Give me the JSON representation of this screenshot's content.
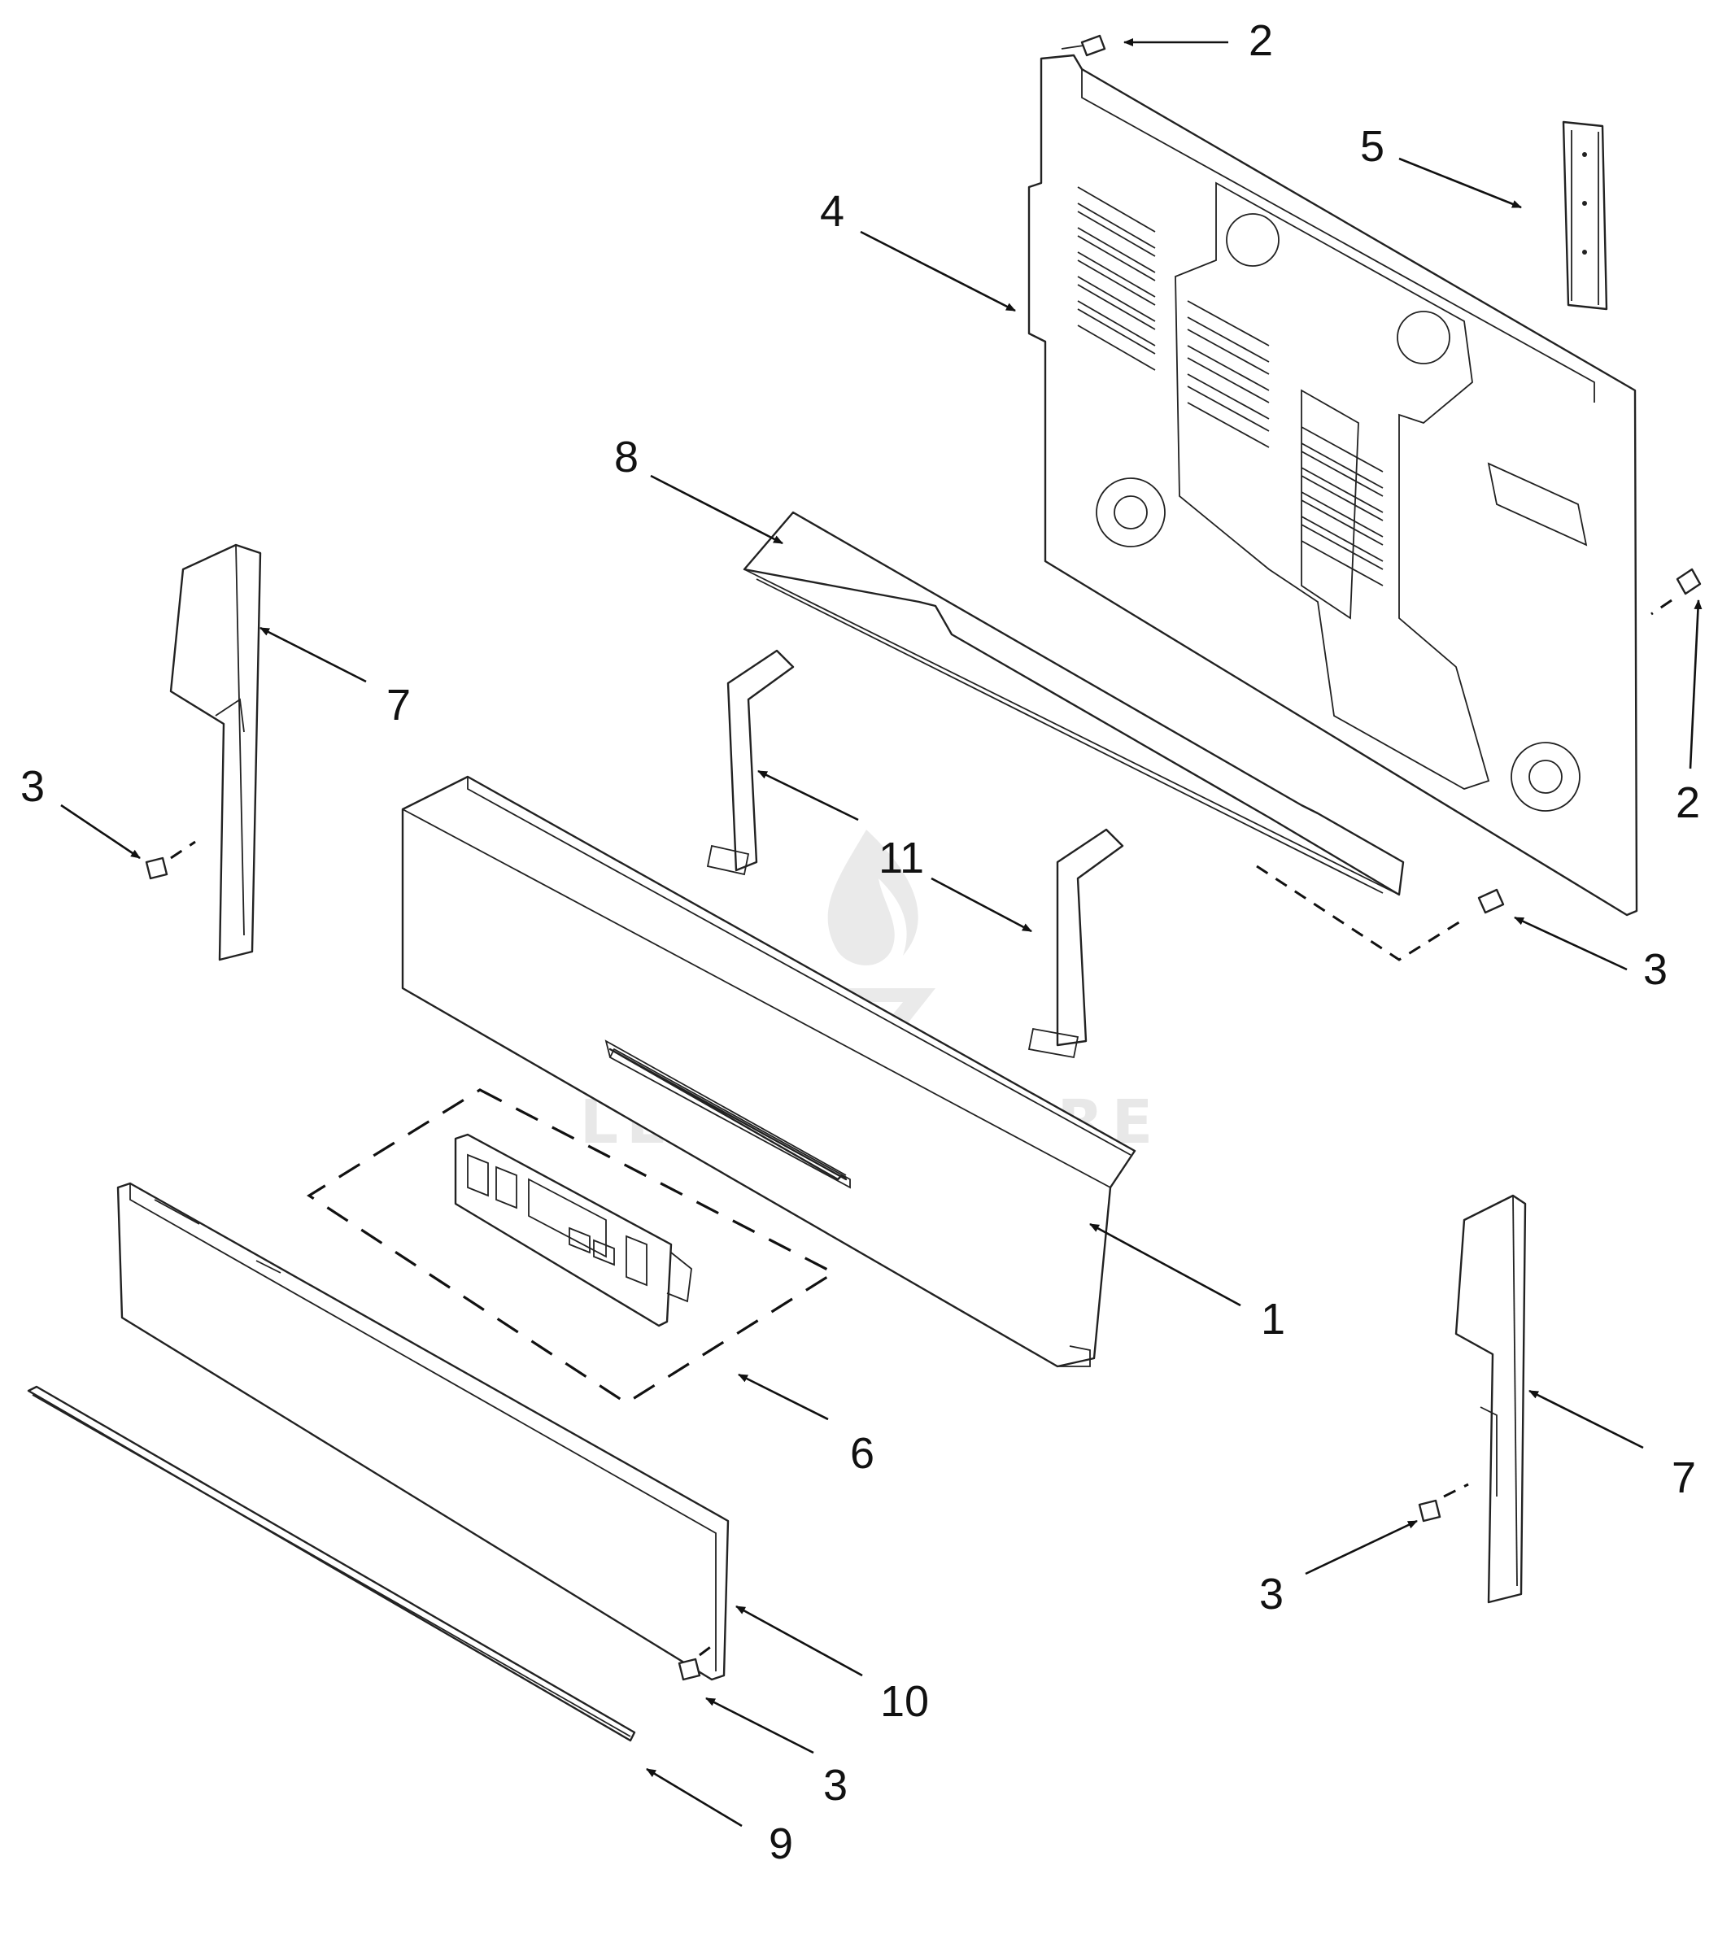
{
  "diagram": {
    "callouts": [
      {
        "id": "c2a",
        "label": "2",
        "target": "screen-top"
      },
      {
        "id": "c5",
        "label": "5",
        "target": "bracket"
      },
      {
        "id": "c4",
        "label": "4",
        "target": "rear-panel"
      },
      {
        "id": "c8",
        "label": "8",
        "target": "top-channel"
      },
      {
        "id": "c7a",
        "label": "7",
        "target": "left-end-cap"
      },
      {
        "id": "c2b",
        "label": "2",
        "target": "screen-right"
      },
      {
        "id": "c3a",
        "label": "3",
        "target": "screen-left-endcap"
      },
      {
        "id": "c11",
        "label": "11",
        "target": "support-brackets"
      },
      {
        "id": "c3b",
        "label": "3",
        "target": "screen-channel"
      },
      {
        "id": "c1",
        "label": "1",
        "target": "control-panel"
      },
      {
        "id": "c6",
        "label": "6",
        "target": "control-board"
      },
      {
        "id": "c7b",
        "label": "7",
        "target": "right-end-cap"
      },
      {
        "id": "c3c",
        "label": "3",
        "target": "screen-right-endcap"
      },
      {
        "id": "c10",
        "label": "10",
        "target": "lower-trim-panel"
      },
      {
        "id": "c3d",
        "label": "3",
        "target": "screen-trim"
      },
      {
        "id": "c9",
        "label": "9",
        "target": "trim-strip"
      }
    ]
  },
  "watermark": {
    "text": "LEADVENTURE",
    "color": "#e6e6e6"
  },
  "colors": {
    "line": "#222222",
    "background": "#ffffff"
  }
}
